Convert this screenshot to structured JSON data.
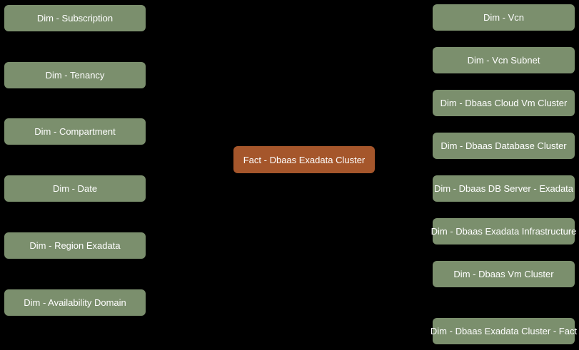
{
  "colors": {
    "background": "#000000",
    "dimension_fill": "#7b8f6d",
    "fact_fill": "#a5562b",
    "text": "#ffffff"
  },
  "diagram": {
    "fact": {
      "label": "Fact - Dbaas Exadata Cluster"
    },
    "left_dimensions": [
      {
        "label": "Dim - Subscription"
      },
      {
        "label": "Dim - Tenancy"
      },
      {
        "label": "Dim - Compartment"
      },
      {
        "label": "Dim - Date"
      },
      {
        "label": "Dim - Region Exadata"
      },
      {
        "label": "Dim - Availability Domain"
      }
    ],
    "right_dimensions": [
      {
        "label": "Dim - Vcn"
      },
      {
        "label": "Dim - Vcn Subnet"
      },
      {
        "label": "Dim - Dbaas Cloud Vm Cluster"
      },
      {
        "label": "Dim - Dbaas Database Cluster"
      },
      {
        "label": "Dim - Dbaas DB Server - Exadata"
      },
      {
        "label": "Dim - Dbaas Exadata Infrastructure"
      },
      {
        "label": "Dim - Dbaas Vm Cluster"
      },
      {
        "label": "Dim - Dbaas Exadata Cluster - Fact"
      }
    ]
  }
}
